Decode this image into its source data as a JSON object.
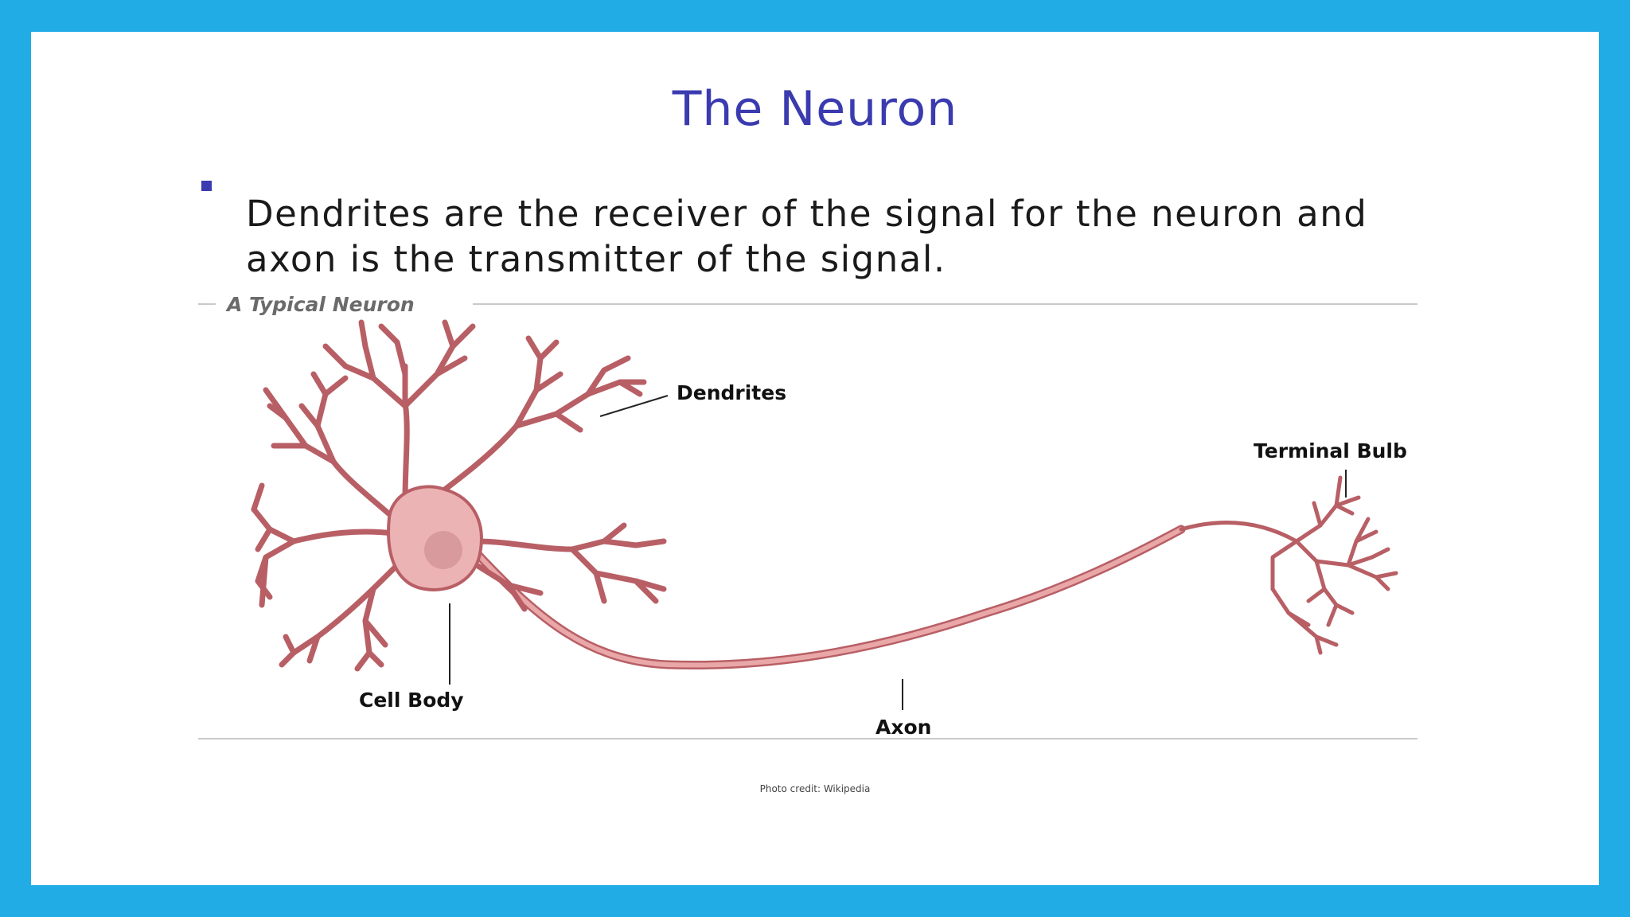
{
  "slide": {
    "title": "The Neuron",
    "bullet": "Dendrites are the receiver of the signal for the neuron and axon is the transmitter of the signal."
  },
  "figure": {
    "panel_title": "A Typical Neuron",
    "labels": {
      "dendrites": "Dendrites",
      "terminal_bulb": "Terminal Bulb",
      "cell_body": "Cell Body",
      "axon": "Axon"
    },
    "credit": "Photo credit: Wikipedia"
  },
  "colors": {
    "frame": "#22ace6",
    "title": "#3b3bb0",
    "neuron_fill": "#e9a7a8",
    "neuron_stroke": "#b85f65",
    "nucleus": "#d99a9e"
  }
}
